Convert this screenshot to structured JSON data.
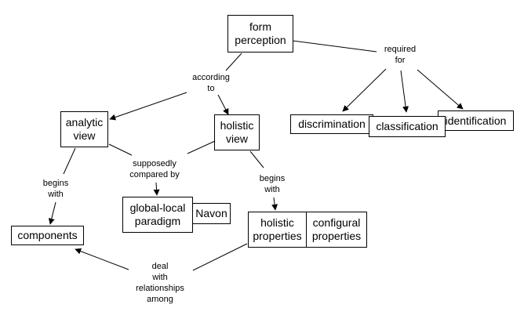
{
  "concepts": {
    "form_perception": "form\nperception",
    "analytic_view": "analytic\nview",
    "holistic_view": "holistic\nview",
    "discrimination": "discrimination",
    "classification": "classification",
    "identification": "identification",
    "components": "components",
    "global_local_paradigm": "global-local\nparadigm",
    "navon": "Navon",
    "holistic_properties": "holistic\nproperties",
    "configural_properties": "configural\nproperties"
  },
  "links": {
    "according_to": "according\nto",
    "required_for": "required\nfor",
    "supposedly_compared_by": "supposedly\ncompared by",
    "begins_with_left": "begins\nwith",
    "begins_with_right": "begins\nwith",
    "deal_with_relationships_among": "deal\nwith\nrelationships\namong"
  }
}
